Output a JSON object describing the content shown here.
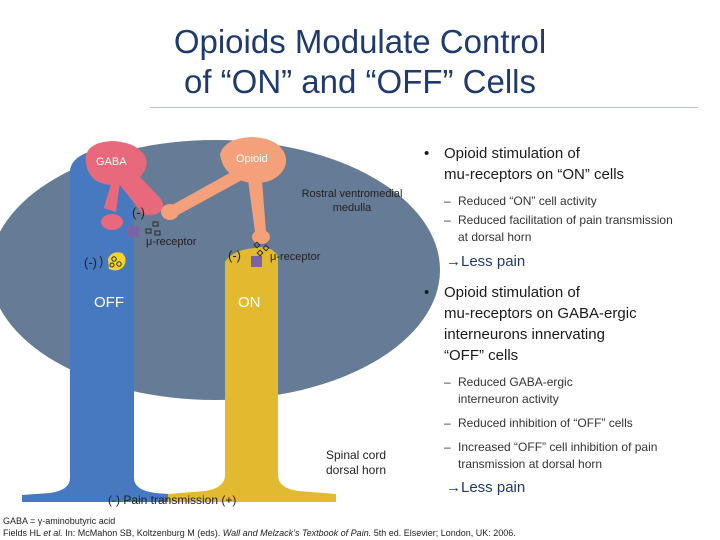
{
  "slide": {
    "title_line1": "Opioids Modulate Control",
    "title_line2": "of “ON” and “OFF” Cells"
  },
  "diagram": {
    "gaba_label": "GABA",
    "opioid_label": "Opioid",
    "region_label_line1": "Rostral ventromedial",
    "region_label_line2": "medulla",
    "inhibit_top": "(-)",
    "inhibit_left": "(-)",
    "inhibit_on": "(-)",
    "mu_receptor_left": "μ-receptor",
    "mu_receptor_right": "μ-receptor",
    "off_label": "OFF",
    "on_label": "ON",
    "spinal_line1": "Spinal cord",
    "spinal_line2": "dorsal horn",
    "pain_transmission": "(-) Pain transmission (+)",
    "colors": {
      "medulla": "#667b95",
      "gaba": "#e8697c",
      "opioid": "#f4a07a",
      "off_cell": "#4679c0",
      "on_cell": "#e2ba2f",
      "receptor": "#7b63a6"
    }
  },
  "bullets": [
    {
      "text_line1": "Opioid stimulation of",
      "text_line2": "mu-receptors on “ON” cells",
      "subs": [
        {
          "line1": "Reduced “ON” cell activity",
          "line2": ""
        },
        {
          "line1": "Reduced facilitation of pain transmission",
          "line2": "at dorsal horn"
        }
      ],
      "result_arrow": "→",
      "result": "Less pain"
    },
    {
      "text_line1": "Opioid stimulation of",
      "text_line2": "mu-receptors on GABA-ergic",
      "text_line3": "interneurons innervating",
      "text_line4": "“OFF” cells",
      "subs": [
        {
          "line1": "Reduced GABA-ergic",
          "line2": "interneuron activity"
        },
        {
          "line1": "Reduced inhibition of “OFF” cells",
          "line2": ""
        },
        {
          "line1": "Increased “OFF” cell inhibition of pain",
          "line2": "transmission at dorsal horn"
        }
      ],
      "result_arrow": "→",
      "result": "Less pain"
    }
  ],
  "bullet_symbol": "•",
  "sub_symbol": "–",
  "footnotes": {
    "line1": "GABA = γ-aminobutyric acid",
    "line2_prefix": "Fields HL ",
    "line2_etal": "et al.",
    "line2_mid": " In: McMahon SB, Koltzenburg M (eds). ",
    "line2_book": "Wall and Melzack’s Textbook of Pain.",
    "line2_suffix": " 5th ed. Elsevier; London, UK: 2006."
  }
}
